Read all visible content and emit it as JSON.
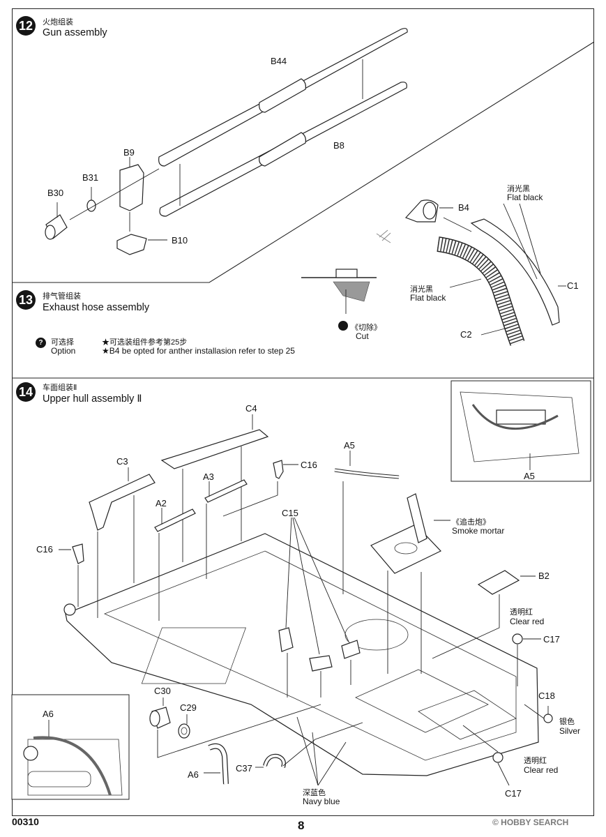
{
  "step12": {
    "number": "12",
    "title_cn": "火炮组装",
    "title_en": "Gun assembly",
    "parts": [
      "B44",
      "B8",
      "B9",
      "B31",
      "B30",
      "B10",
      "B4",
      "C1",
      "C2"
    ],
    "flat_black_cn": "消光黑",
    "flat_black_en": "Flat black"
  },
  "step13": {
    "number": "13",
    "title_cn": "排气管组装",
    "title_en": "Exhaust hose assembly",
    "cut_cn": "《切除》",
    "cut_en": "Cut",
    "option_cn": "可选择",
    "option_en": "Option",
    "note_cn": "★可选装组件参考第25步",
    "note_en": "★B4 be opted for anther installasion refer to step 25"
  },
  "step14": {
    "number": "14",
    "title_cn": "车面组装Ⅱ",
    "title_en": "Upper hull assembly Ⅱ",
    "parts": [
      "C4",
      "C3",
      "A3",
      "A2",
      "C16",
      "A5",
      "C15",
      "B2",
      "C17",
      "C18",
      "C30",
      "C29",
      "A6",
      "C37"
    ],
    "smoke_mortar_cn": "《追击炮》",
    "smoke_mortar_en": "Smoke mortar",
    "clear_red_cn": "透明红",
    "clear_red_en": "Clear red",
    "silver_cn": "银色",
    "silver_en": "Silver",
    "navy_blue_cn": "深蓝色",
    "navy_blue_en": "Navy blue"
  },
  "footer": {
    "code": "00310",
    "page": "8",
    "watermark": "© HOBBY SEARCH"
  },
  "colors": {
    "ink": "#111111",
    "background": "#ffffff",
    "badge": "#151515",
    "watermark": "#7a7a7a"
  }
}
